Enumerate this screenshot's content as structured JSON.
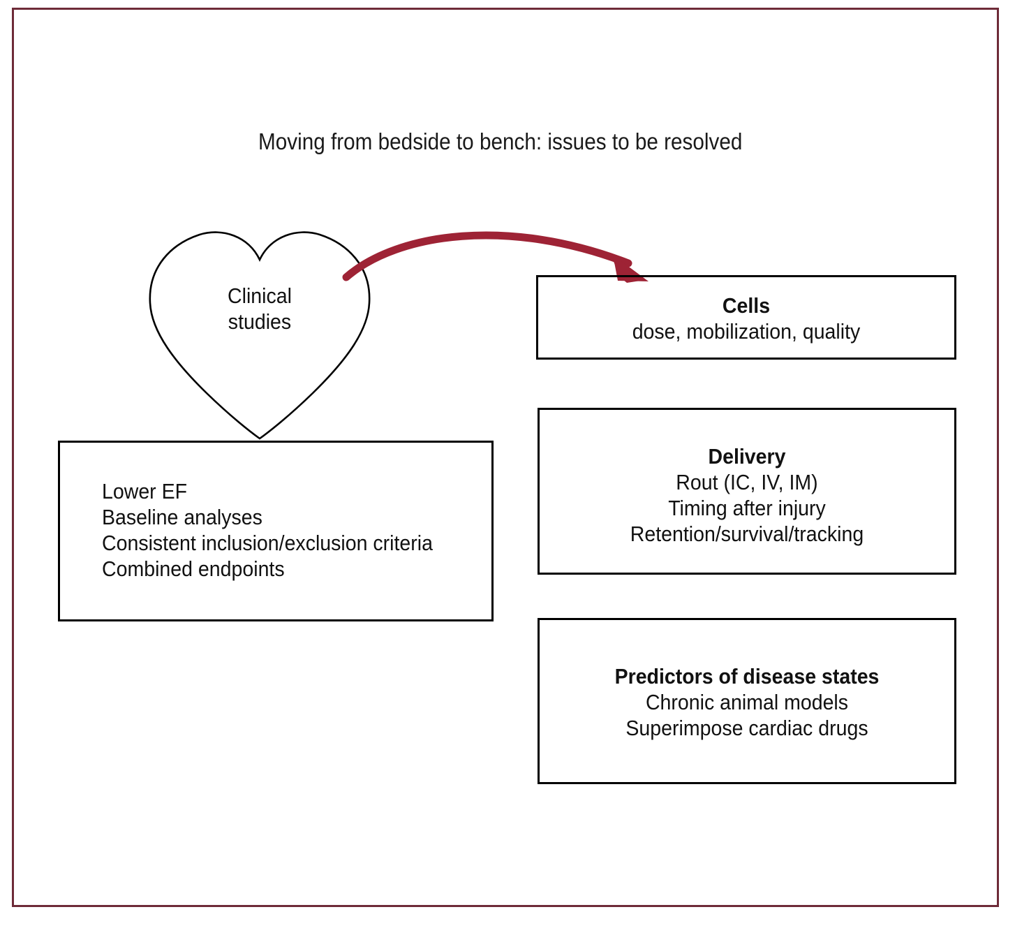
{
  "figure": {
    "title": "Moving from bedside to bench: issues to be resolved",
    "frame_color": "#6e2b38",
    "arrow_color": "#9e2335",
    "box_border_color": "#000000",
    "text_color": "#111111"
  },
  "heart": {
    "label_line1": "Clinical",
    "label_line2": "studies",
    "icon_name": "heart-outline-icon"
  },
  "arrow": {
    "name": "curved-arrow-bedside-to-bench",
    "from": "Clinical studies",
    "to": "Cells"
  },
  "clinical_details": {
    "lines": [
      "Lower EF",
      "Baseline analyses",
      "Consistent inclusion/exclusion criteria",
      "Combined endpoints"
    ]
  },
  "bench_boxes": [
    {
      "heading": "Cells",
      "lines": [
        "dose, mobilization, quality"
      ]
    },
    {
      "heading": "Delivery",
      "lines": [
        "Rout (IC, IV, IM)",
        "Timing after injury",
        "Retention/survival/tracking"
      ]
    },
    {
      "heading": "Predictors of disease states",
      "lines": [
        "Chronic animal models",
        "Superimpose cardiac drugs"
      ]
    }
  ]
}
